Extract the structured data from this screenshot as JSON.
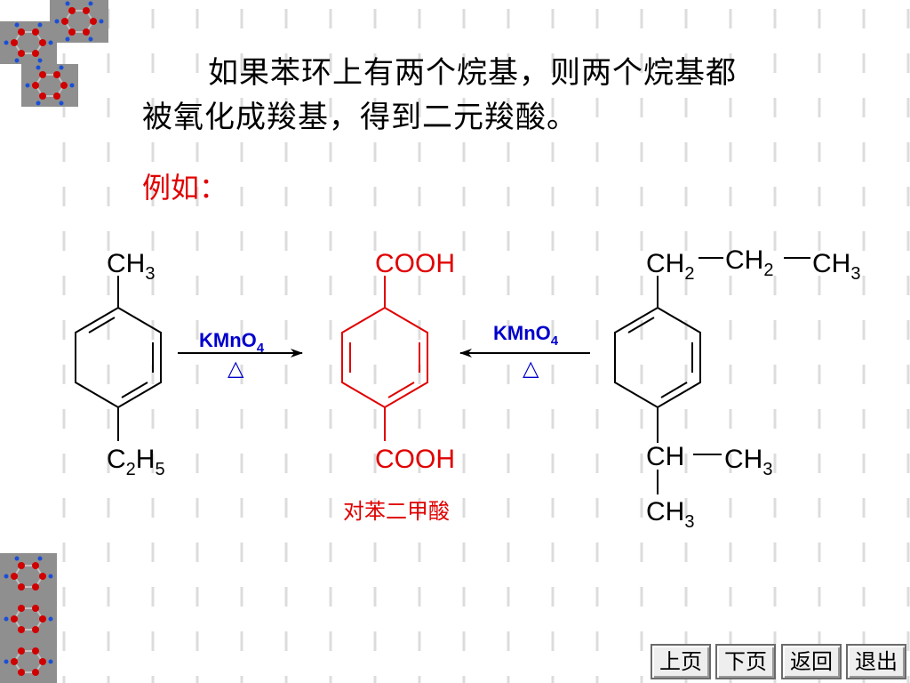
{
  "intro": {
    "line1": "如果苯环上有两个烷基，则两个烷基都",
    "line2": "被氧化成羧基，得到二元羧酸。"
  },
  "example_label": "例如：",
  "left_molecule": {
    "top_group": {
      "main": "CH",
      "sub": "3"
    },
    "bottom_group": {
      "c": "C",
      "c_sub": "2",
      "h": "H",
      "h_sub": "5"
    }
  },
  "product": {
    "top_group": "COOH",
    "bottom_group": "COOH",
    "name": "对苯二甲酸"
  },
  "right_molecule": {
    "ch2a": {
      "main": "CH",
      "sub": "2"
    },
    "ch2b": {
      "main": "CH",
      "sub": "2"
    },
    "ch3a": {
      "main": "CH",
      "sub": "3"
    },
    "ch": "CH",
    "ch3b": {
      "main": "CH",
      "sub": "3"
    },
    "ch3c": {
      "main": "CH",
      "sub": "3"
    }
  },
  "reagent_left": {
    "main": "KMnO",
    "sub": "4",
    "condition": "△"
  },
  "reagent_right": {
    "main": "KMnO",
    "sub": "4",
    "condition": "△"
  },
  "nav": {
    "prev": "上页",
    "next": "下页",
    "back": "返回",
    "exit": "退出"
  },
  "colors": {
    "text": "#000000",
    "highlight": "#e00000",
    "reagent": "#0000cc",
    "grid": "#dcdcdc"
  }
}
